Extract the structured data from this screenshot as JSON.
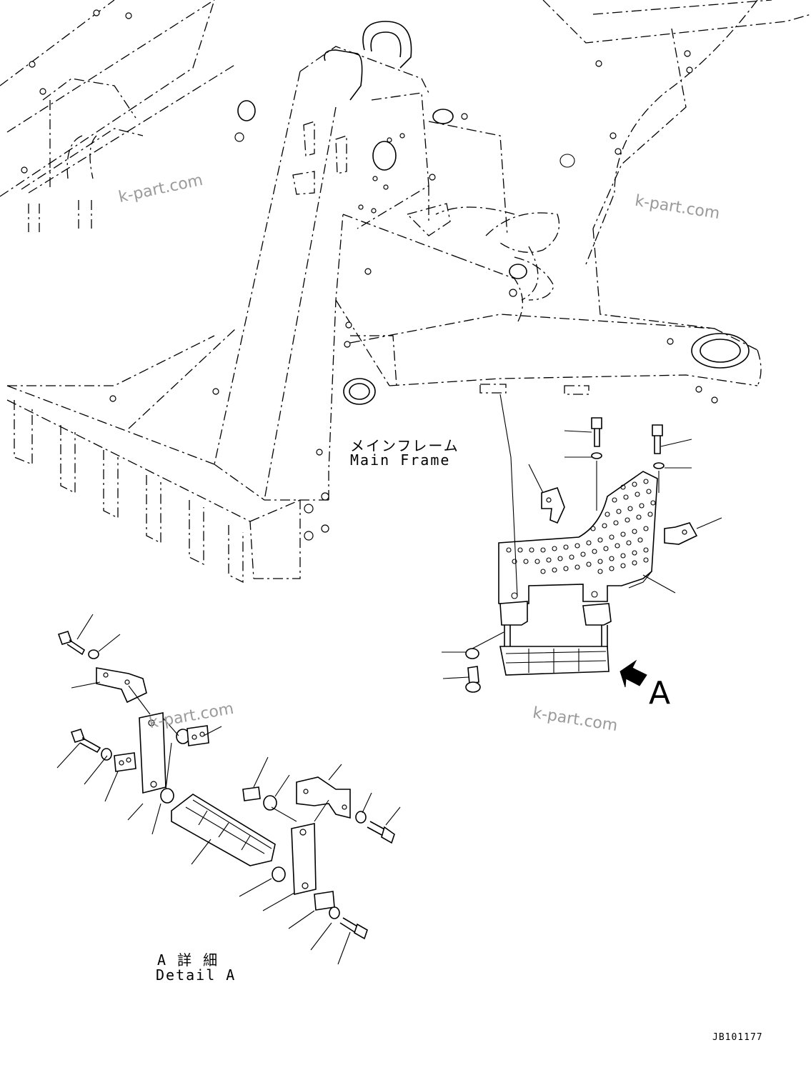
{
  "main_frame": {
    "label_jp": "メインフレーム",
    "label_en": "Main Frame"
  },
  "view_arrow": {
    "letter": "A"
  },
  "detail": {
    "label_jp": "A 詳 細",
    "label_en": "Detail A"
  },
  "drawing_code": "JB101177",
  "watermarks": [
    "k-part.com",
    "k-part.com",
    "k-part.com",
    "k-part.com"
  ]
}
